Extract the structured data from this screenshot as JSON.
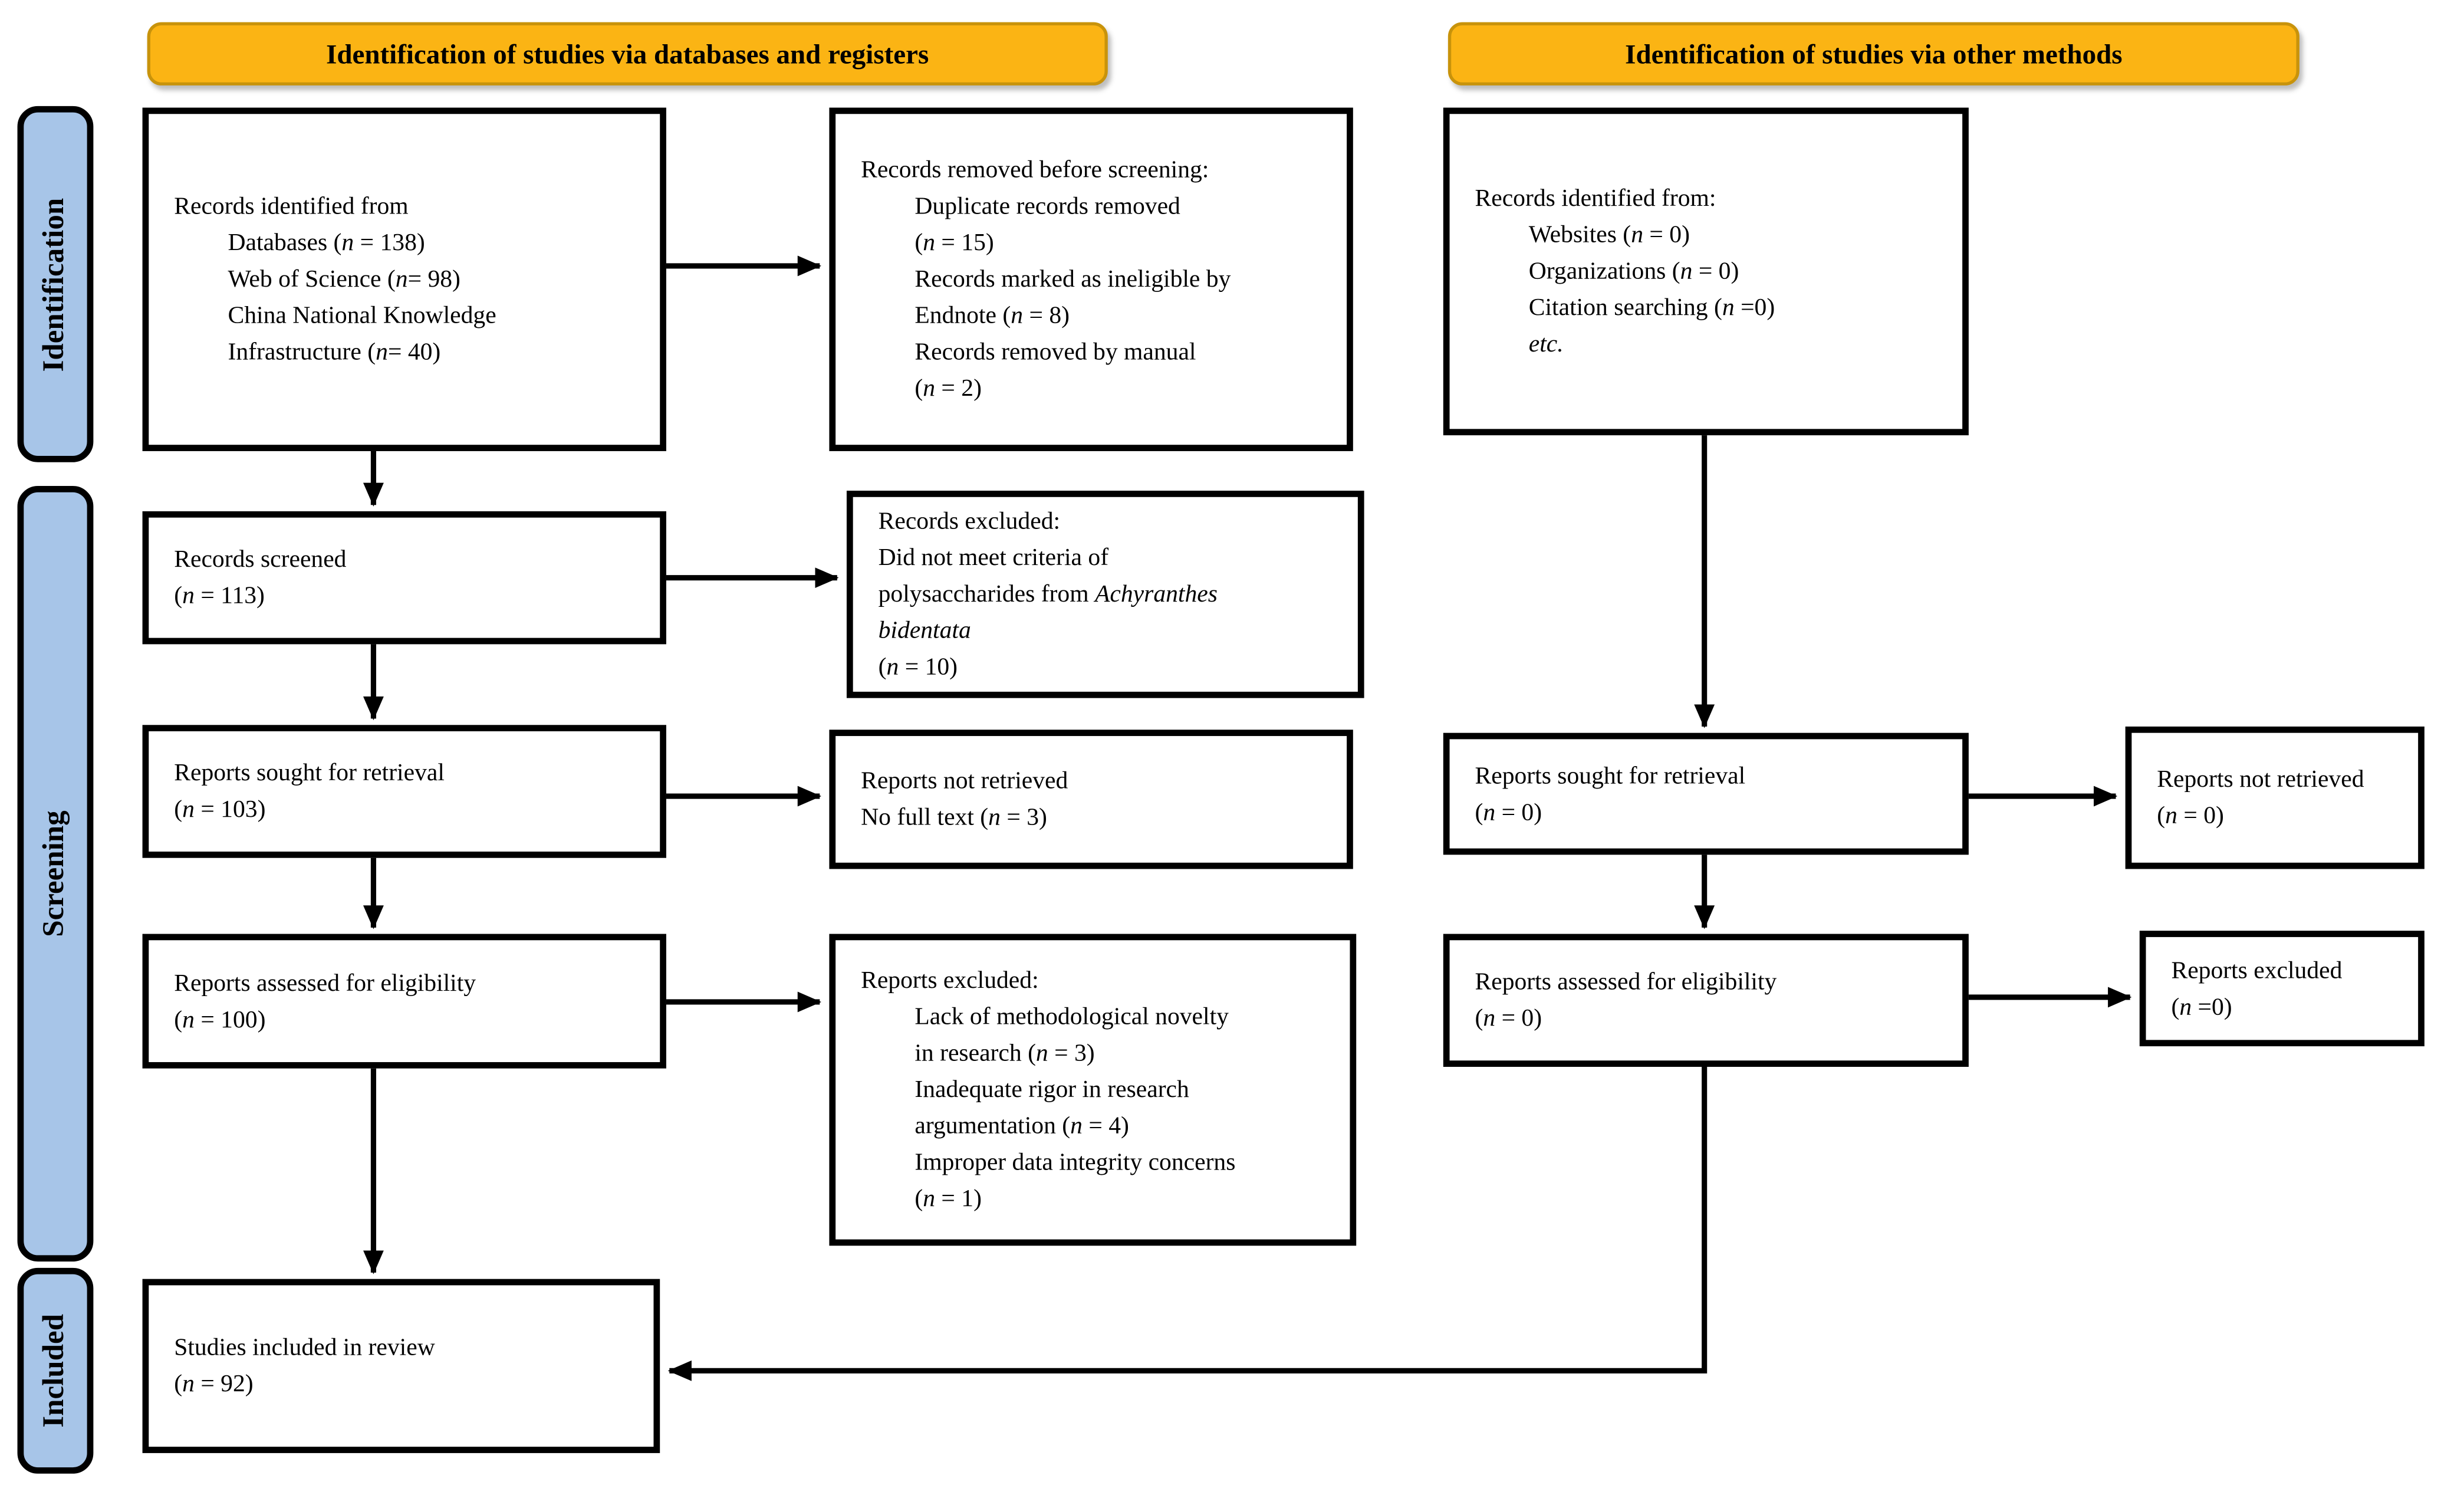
{
  "colors": {
    "header_bg": "#FBB414",
    "header_border": "#C8930B",
    "sidebar_bg": "#A7C5E8",
    "box_border": "#000000",
    "arrow": "#000000"
  },
  "headers": {
    "left": "Identification of studies via databases and registers",
    "right": "Identification of studies via other methods"
  },
  "sidebar": {
    "identification": "Identification",
    "screening": "Screening",
    "included": "Included"
  },
  "boxes": {
    "records_identified_db": {
      "lines": [
        {
          "t": "Records identified from",
          "ind": 0
        },
        {
          "t": "Databases (*n* = 138)",
          "ind": 1
        },
        {
          "t": "Web of Science (*n*= 98)",
          "ind": 1
        },
        {
          "t": "China National Knowledge",
          "ind": 1
        },
        {
          "t": "Infrastructure (*n*= 40)",
          "ind": 1
        }
      ]
    },
    "records_removed": {
      "lines": [
        {
          "t": "Records removed before screening:",
          "ind": 0
        },
        {
          "t": "Duplicate records removed",
          "ind": 1
        },
        {
          "t": "(*n* = 15)",
          "ind": 1
        },
        {
          "t": "Records marked as ineligible by",
          "ind": 1
        },
        {
          "t": "Endnote (*n* = 8)",
          "ind": 1
        },
        {
          "t": "Records removed by manual",
          "ind": 1
        },
        {
          "t": "(*n* = 2)",
          "ind": 1
        }
      ]
    },
    "records_identified_other": {
      "lines": [
        {
          "t": "Records identified from:",
          "ind": 0
        },
        {
          "t": "Websites (*n* = 0)",
          "ind": 1
        },
        {
          "t": "Organizations (*n* = 0)",
          "ind": 1
        },
        {
          "t": "Citation searching (*n* =0)",
          "ind": 1
        },
        {
          "t": "*etc.*",
          "ind": 1
        }
      ]
    },
    "records_screened": {
      "lines": [
        {
          "t": "Records screened",
          "ind": 0
        },
        {
          "t": "(*n* = 113)",
          "ind": 0
        }
      ]
    },
    "records_excluded": {
      "lines": [
        {
          "t": "Records excluded:",
          "ind": 0
        },
        {
          "t": "Did not meet criteria of",
          "ind": 0
        },
        {
          "t": "polysaccharides from *Achyranthes*",
          "ind": 0
        },
        {
          "t": "*bidentata*",
          "ind": 0
        },
        {
          "t": "(*n* = 10)",
          "ind": 0
        }
      ]
    },
    "reports_sought": {
      "lines": [
        {
          "t": "Reports sought for retrieval",
          "ind": 0
        },
        {
          "t": "(*n* = 103)",
          "ind": 0
        }
      ]
    },
    "reports_not_retrieved": {
      "lines": [
        {
          "t": "Reports not retrieved",
          "ind": 0
        },
        {
          "t": "No full text (*n* = 3)",
          "ind": 0
        }
      ]
    },
    "reports_sought_other": {
      "lines": [
        {
          "t": "Reports sought for retrieval",
          "ind": 0
        },
        {
          "t": "(*n* = 0)",
          "ind": 0
        }
      ]
    },
    "reports_not_retrieved_other": {
      "lines": [
        {
          "t": "Reports not retrieved",
          "ind": 0
        },
        {
          "t": "(*n* = 0)",
          "ind": 0
        }
      ]
    },
    "reports_assessed": {
      "lines": [
        {
          "t": "Reports assessed for eligibility",
          "ind": 0
        },
        {
          "t": "(*n* = 100)",
          "ind": 0
        }
      ]
    },
    "reports_excluded_left": {
      "lines": [
        {
          "t": "Reports excluded:",
          "ind": 0
        },
        {
          "t": "Lack of methodological novelty",
          "ind": 1
        },
        {
          "t": "in research (*n* = 3)",
          "ind": 1
        },
        {
          "t": "Inadequate rigor in research",
          "ind": 1
        },
        {
          "t": "argumentation (*n* = 4)",
          "ind": 1
        },
        {
          "t": "Improper data integrity concerns",
          "ind": 1
        },
        {
          "t": "(*n* = 1)",
          "ind": 1
        }
      ]
    },
    "reports_assessed_other": {
      "lines": [
        {
          "t": "Reports assessed for eligibility",
          "ind": 0
        },
        {
          "t": "(*n* = 0)",
          "ind": 0
        }
      ]
    },
    "reports_excluded_other": {
      "lines": [
        {
          "t": "Reports excluded",
          "ind": 0
        },
        {
          "t": "(*n* =0)",
          "ind": 0
        }
      ]
    },
    "studies_included": {
      "lines": [
        {
          "t": "Studies included in review",
          "ind": 0
        },
        {
          "t": "(*n* = 92)",
          "ind": 0
        }
      ]
    }
  }
}
